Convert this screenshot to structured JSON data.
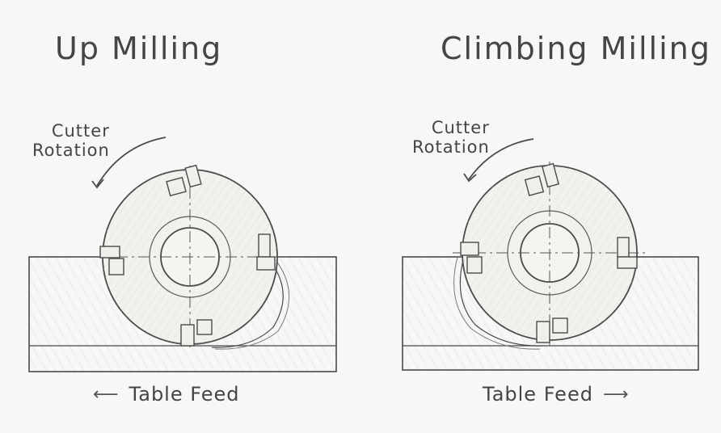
{
  "up_milling": {
    "title": "Up Milling",
    "rotation_label_1": "Cutter",
    "rotation_label_2": "Rotation",
    "feed_label": "Table Feed",
    "feed_arrow": "⟵"
  },
  "climb_milling": {
    "title": "Climbing Milling",
    "rotation_label_1": "Cutter",
    "rotation_label_2": "Rotation",
    "feed_label": "Table Feed",
    "feed_arrow": "⟶"
  },
  "colors": {
    "line": "#4a4a4a",
    "paper": "#f7f7f5",
    "shade": "#d6d6d2"
  }
}
